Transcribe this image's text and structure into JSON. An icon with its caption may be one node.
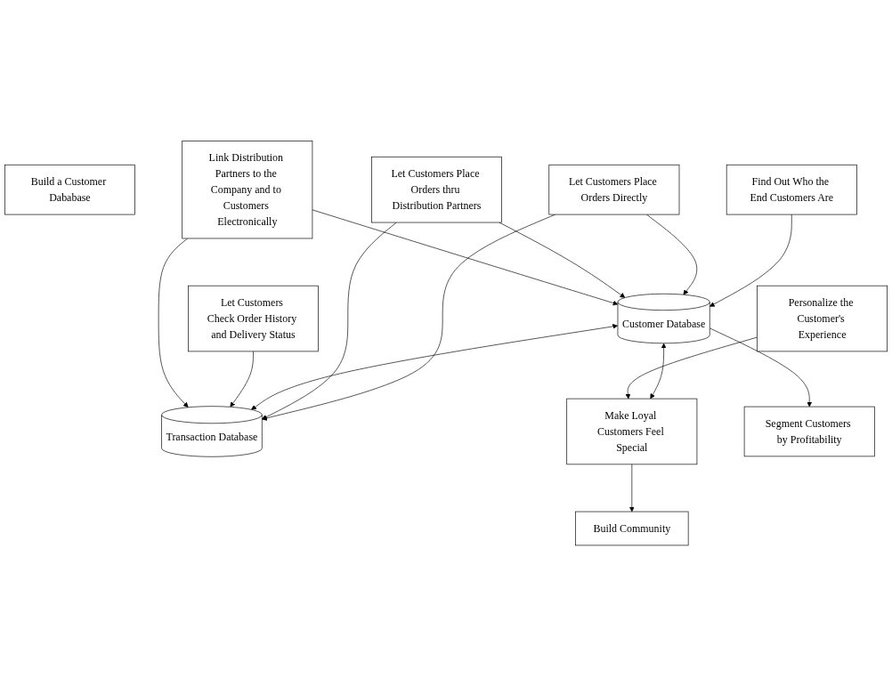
{
  "diagram": {
    "nodes": [
      {
        "text": [
          "Find Out Who the End Customers Are"
        ]
      },
      {
        "text": [
          "Let Customers Place Orders Directly"
        ]
      },
      {
        "text": [
          "Let Customers Place Orders thru Distribution Partners"
        ]
      },
      {
        "text": [
          "Build a Customer Dababase"
        ]
      },
      {
        "text": [
          "Transaction Database"
        ]
      },
      {
        "text": [
          "Let Customers Check Order History and Delivery Status"
        ]
      },
      {
        "text": [
          "Customer Database"
        ]
      },
      {
        "text": [
          "Link Distribution Partners to the Company and to Customers Electronically"
        ]
      },
      {
        "text": [
          "Segment Customers by Profitability"
        ]
      },
      {
        "text": [
          "Make Loyal Customers Feel Special"
        ]
      },
      {
        "text": [
          "Build Community"
        ]
      },
      {
        "text": [
          "Personalize the Customer's Experience"
        ]
      }
    ],
    "edges": [
      {
        "from": 0,
        "to": 6,
        "arrow": "to"
      },
      {
        "from": 1,
        "to": 6,
        "arrow": "to"
      },
      {
        "from": 1,
        "to": 4,
        "arrow": "to"
      },
      {
        "from": 2,
        "to": 6,
        "arrow": "to"
      },
      {
        "from": 2,
        "to": 4,
        "arrow": "to"
      },
      {
        "from": 6,
        "to": 4,
        "arrow": "both"
      },
      {
        "from": 5,
        "to": 4,
        "arrow": "to"
      },
      {
        "from": 7,
        "to": 4,
        "arrow": "to"
      },
      {
        "from": 7,
        "to": 6,
        "arrow": "to"
      },
      {
        "from": 6,
        "to": 8,
        "arrow": "to"
      },
      {
        "from": 6,
        "to": 9,
        "arrow": "both"
      },
      {
        "from": 11,
        "to": 9,
        "arrow": "to"
      },
      {
        "from": 9,
        "to": 10,
        "arrow": "to"
      }
    ]
  }
}
